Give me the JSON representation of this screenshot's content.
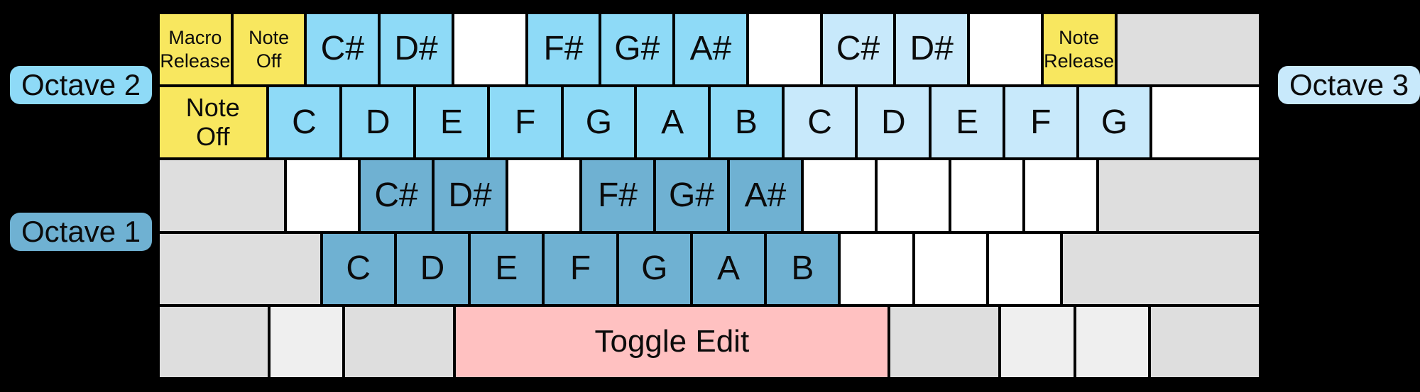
{
  "labels": {
    "octave1": "Octave 1",
    "octave2": "Octave 2",
    "octave3": "Octave 3"
  },
  "colors": {
    "background": "#000000",
    "border": "#000000",
    "text": "#0b0b0b",
    "yellow": "#f8e75f",
    "octave1": "#6fb1d2",
    "octave2": "#8edaf7",
    "octave3": "#c8e9fb",
    "white": "#ffffff",
    "gray": "#dedede",
    "lightgray": "#efefef",
    "pink": "#ffc1c1"
  },
  "keyboard": {
    "rows": [
      {
        "keys": [
          {
            "name": "macro-release",
            "lines": [
              "Macro",
              "Release"
            ],
            "u": 1,
            "color": "yellow",
            "size": "sm"
          },
          {
            "name": "note-off",
            "lines": [
              "Note",
              "Off"
            ],
            "u": 1,
            "color": "yellow",
            "size": "sm"
          },
          {
            "name": "note-c-sharp-oct2",
            "lines": [
              "C#"
            ],
            "u": 1,
            "color": "octave2",
            "size": "lg"
          },
          {
            "name": "note-d-sharp-oct2",
            "lines": [
              "D#"
            ],
            "u": 1,
            "color": "octave2",
            "size": "lg"
          },
          {
            "u": 1,
            "color": "white"
          },
          {
            "name": "note-f-sharp-oct2",
            "lines": [
              "F#"
            ],
            "u": 1,
            "color": "octave2",
            "size": "lg"
          },
          {
            "name": "note-g-sharp-oct2",
            "lines": [
              "G#"
            ],
            "u": 1,
            "color": "octave2",
            "size": "lg"
          },
          {
            "name": "note-a-sharp-oct2",
            "lines": [
              "A#"
            ],
            "u": 1,
            "color": "octave2",
            "size": "lg"
          },
          {
            "u": 1,
            "color": "white"
          },
          {
            "name": "note-c-sharp-oct3",
            "lines": [
              "C#"
            ],
            "u": 1,
            "color": "octave3",
            "size": "lg"
          },
          {
            "name": "note-d-sharp-oct3",
            "lines": [
              "D#"
            ],
            "u": 1,
            "color": "octave3",
            "size": "lg"
          },
          {
            "u": 1,
            "color": "white"
          },
          {
            "name": "note-release",
            "lines": [
              "Note",
              "Release"
            ],
            "u": 1,
            "color": "yellow",
            "size": "sm"
          },
          {
            "u": 2,
            "color": "gray"
          }
        ]
      },
      {
        "keys": [
          {
            "name": "note-off-wide",
            "lines": [
              "Note",
              "Off"
            ],
            "u": 1.5,
            "color": "yellow",
            "size": "md"
          },
          {
            "name": "note-c-oct2",
            "lines": [
              "C"
            ],
            "u": 1,
            "color": "octave2",
            "size": "lg"
          },
          {
            "name": "note-d-oct2",
            "lines": [
              "D"
            ],
            "u": 1,
            "color": "octave2",
            "size": "lg"
          },
          {
            "name": "note-e-oct2",
            "lines": [
              "E"
            ],
            "u": 1,
            "color": "octave2",
            "size": "lg"
          },
          {
            "name": "note-f-oct2",
            "lines": [
              "F"
            ],
            "u": 1,
            "color": "octave2",
            "size": "lg"
          },
          {
            "name": "note-g-oct2",
            "lines": [
              "G"
            ],
            "u": 1,
            "color": "octave2",
            "size": "lg"
          },
          {
            "name": "note-a-oct2",
            "lines": [
              "A"
            ],
            "u": 1,
            "color": "octave2",
            "size": "lg"
          },
          {
            "name": "note-b-oct2",
            "lines": [
              "B"
            ],
            "u": 1,
            "color": "octave2",
            "size": "lg"
          },
          {
            "name": "note-c-oct3",
            "lines": [
              "C"
            ],
            "u": 1,
            "color": "octave3",
            "size": "lg"
          },
          {
            "name": "note-d-oct3",
            "lines": [
              "D"
            ],
            "u": 1,
            "color": "octave3",
            "size": "lg"
          },
          {
            "name": "note-e-oct3",
            "lines": [
              "E"
            ],
            "u": 1,
            "color": "octave3",
            "size": "lg"
          },
          {
            "name": "note-f-oct3",
            "lines": [
              "F"
            ],
            "u": 1,
            "color": "octave3",
            "size": "lg"
          },
          {
            "name": "note-g-oct3",
            "lines": [
              "G"
            ],
            "u": 1,
            "color": "octave3",
            "size": "lg"
          },
          {
            "u": 1.5,
            "color": "white"
          }
        ]
      },
      {
        "keys": [
          {
            "u": 1.75,
            "color": "gray"
          },
          {
            "u": 1,
            "color": "white"
          },
          {
            "name": "note-c-sharp-oct1",
            "lines": [
              "C#"
            ],
            "u": 1,
            "color": "octave1",
            "size": "lg"
          },
          {
            "name": "note-d-sharp-oct1",
            "lines": [
              "D#"
            ],
            "u": 1,
            "color": "octave1",
            "size": "lg"
          },
          {
            "u": 1,
            "color": "white"
          },
          {
            "name": "note-f-sharp-oct1",
            "lines": [
              "F#"
            ],
            "u": 1,
            "color": "octave1",
            "size": "lg"
          },
          {
            "name": "note-g-sharp-oct1",
            "lines": [
              "G#"
            ],
            "u": 1,
            "color": "octave1",
            "size": "lg"
          },
          {
            "name": "note-a-sharp-oct1",
            "lines": [
              "A#"
            ],
            "u": 1,
            "color": "octave1",
            "size": "lg"
          },
          {
            "u": 1,
            "color": "white"
          },
          {
            "u": 1,
            "color": "white"
          },
          {
            "u": 1,
            "color": "white"
          },
          {
            "u": 1,
            "color": "white"
          },
          {
            "u": 2.25,
            "color": "gray"
          }
        ]
      },
      {
        "keys": [
          {
            "u": 2.25,
            "color": "gray"
          },
          {
            "name": "note-c-oct1",
            "lines": [
              "C"
            ],
            "u": 1,
            "color": "octave1",
            "size": "lg"
          },
          {
            "name": "note-d-oct1",
            "lines": [
              "D"
            ],
            "u": 1,
            "color": "octave1",
            "size": "lg"
          },
          {
            "name": "note-e-oct1",
            "lines": [
              "E"
            ],
            "u": 1,
            "color": "octave1",
            "size": "lg"
          },
          {
            "name": "note-f-oct1",
            "lines": [
              "F"
            ],
            "u": 1,
            "color": "octave1",
            "size": "lg"
          },
          {
            "name": "note-g-oct1",
            "lines": [
              "G"
            ],
            "u": 1,
            "color": "octave1",
            "size": "lg"
          },
          {
            "name": "note-a-oct1",
            "lines": [
              "A"
            ],
            "u": 1,
            "color": "octave1",
            "size": "lg"
          },
          {
            "name": "note-b-oct1",
            "lines": [
              "B"
            ],
            "u": 1,
            "color": "octave1",
            "size": "lg"
          },
          {
            "u": 1,
            "color": "white"
          },
          {
            "u": 1,
            "color": "white"
          },
          {
            "u": 1,
            "color": "white"
          },
          {
            "u": 2.75,
            "color": "gray"
          }
        ]
      },
      {
        "keys": [
          {
            "u": 1.5,
            "color": "gray"
          },
          {
            "u": 1,
            "color": "lightgray"
          },
          {
            "u": 1.5,
            "color": "gray"
          },
          {
            "name": "toggle-edit",
            "lines": [
              "Toggle Edit"
            ],
            "u": 6,
            "color": "pink",
            "size": "xl"
          },
          {
            "u": 1.5,
            "color": "gray"
          },
          {
            "u": 1,
            "color": "lightgray"
          },
          {
            "u": 1,
            "color": "lightgray"
          },
          {
            "u": 1.5,
            "color": "gray"
          }
        ]
      }
    ]
  }
}
